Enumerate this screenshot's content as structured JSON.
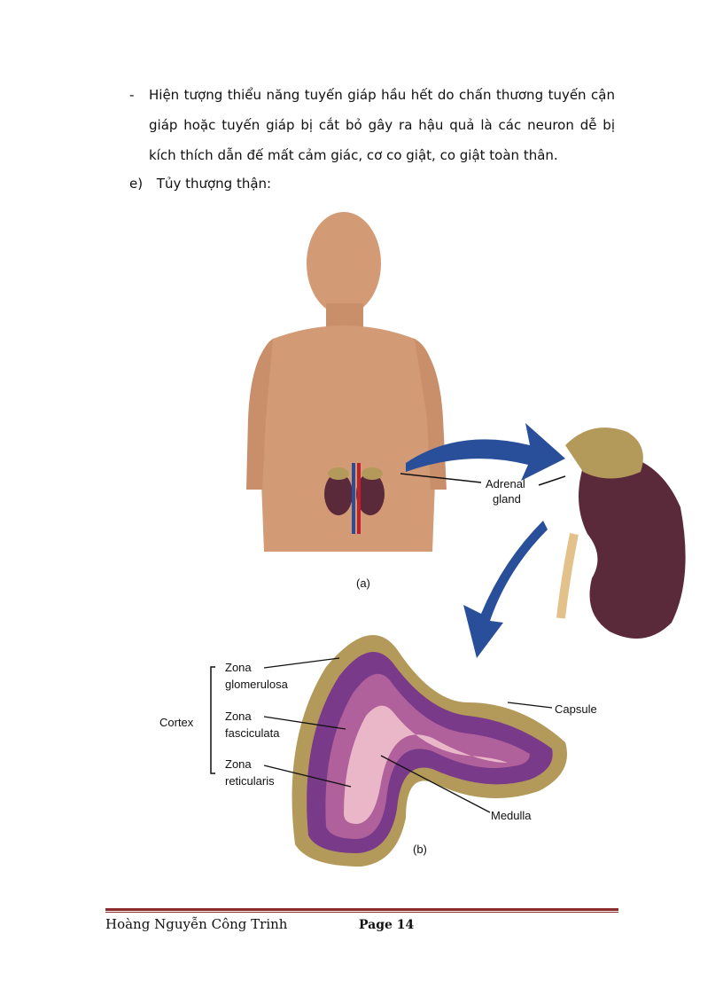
{
  "content": {
    "bullet_dash": "-",
    "bullet_text": "Hiện tượng thiểu năng tuyến giáp hầu hết do chấn thương tuyến cận giáp hoặc tuyến giáp bị cắt bỏ gây ra hậu quả là các neuron dễ bị kích thích dẫn đế mất cảm giác, cơ co giật, co giật toàn thân.",
    "section_label": "e)",
    "section_title": "Tủy thượng thận:"
  },
  "figure": {
    "adrenal_label_1": "Adrenal",
    "adrenal_label_2": "gland",
    "panel_a": "(a)",
    "panel_b": "(b)",
    "cortex": "Cortex",
    "zona_g_1": "Zona",
    "zona_g_2": "glomerulosa",
    "zona_f_1": "Zona",
    "zona_f_2": "fasciculata",
    "zona_r_1": "Zona",
    "zona_r_2": "reticularis",
    "capsule": "Capsule",
    "medulla": "Medulla",
    "colors": {
      "skin": "#d39a76",
      "kidney": "#5a2a3a",
      "cortex": "#7a3a8a",
      "medulla": "#e9b7c8",
      "fat": "#b39a5a",
      "arrow": "#2a4f9a"
    }
  },
  "footer": {
    "author": "Hoàng Nguyễn Công Trinh",
    "page": "Page 14"
  }
}
